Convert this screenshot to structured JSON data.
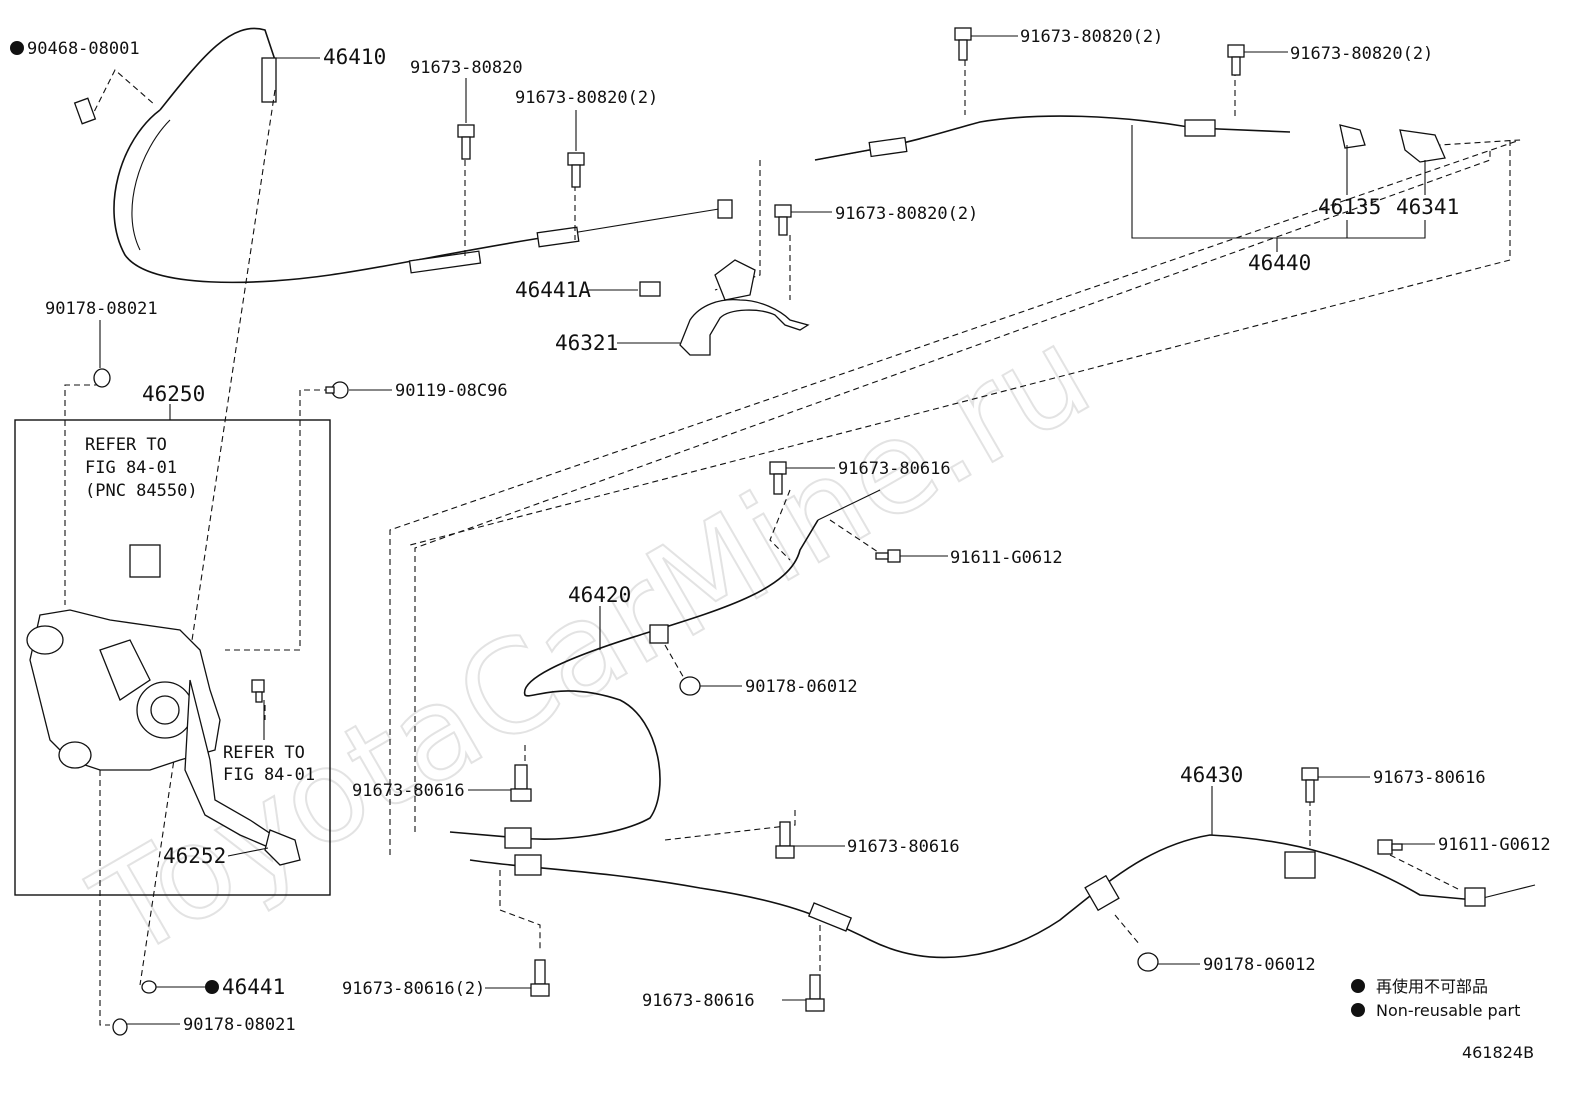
{
  "watermark": "ToyotaCarMine.ru",
  "figure_id": "461824B",
  "legend": {
    "japanese": "再使用不可部品",
    "english": "Non-reusable part"
  },
  "parts": {
    "p_90468": "90468-08001",
    "p_46410": "46410",
    "p_91673_80820_a": "91673-80820",
    "p_91673_80820_b": "91673-80820(2)",
    "p_91673_80820_c": "91673-80820(2)",
    "p_91673_80820_d": "91673-80820(2)",
    "p_91673_80820_e": "91673-80820(2)",
    "p_46441A": "46441A",
    "p_46321": "46321",
    "p_46135": "46135",
    "p_46341": "46341",
    "p_46440": "46440",
    "p_90178_08021_top": "90178-08021",
    "p_46250": "46250",
    "p_90119": "90119-08C96",
    "p_91673_80616_a": "91673-80616",
    "p_91611_a": "91611-G0612",
    "p_46420": "46420",
    "p_90178_06012_a": "90178-06012",
    "p_91673_80616_b": "91673-80616",
    "p_46252": "46252",
    "p_46430": "46430",
    "p_91673_80616_c": "91673-80616",
    "p_91611_b": "91611-G0612",
    "p_91673_80616_d": "91673-80616",
    "p_90178_06012_b": "90178-06012",
    "p_91673_80616_e": "91673-80616(2)",
    "p_91673_80616_f": "91673-80616",
    "p_46441": "46441",
    "p_90178_08021_bottom": "90178-08021"
  },
  "refers": {
    "refer_a_line1": "REFER TO",
    "refer_a_line2": "FIG 84-01",
    "refer_a_line3": "(PNC 84550)",
    "refer_b_line1": "REFER TO",
    "refer_b_line2": "FIG 84-01"
  }
}
